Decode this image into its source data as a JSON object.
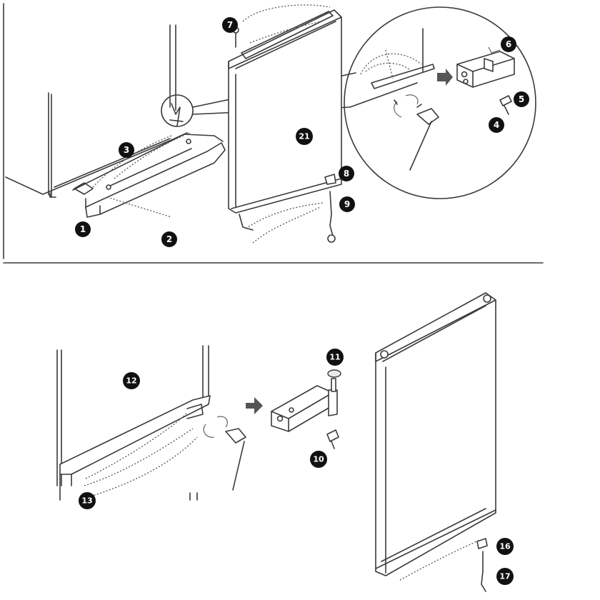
{
  "callouts": {
    "c1": "1",
    "c2": "2",
    "c3": "3",
    "c4": "4",
    "c5": "5",
    "c6": "6",
    "c7": "7",
    "c8": "8",
    "c9": "9",
    "c10": "10",
    "c11": "11",
    "c12": "12",
    "c13": "13",
    "c16": "16",
    "c17": "17",
    "c21": "21"
  },
  "colors": {
    "line": "#3a3a3a",
    "badge": "#111111",
    "arrow": "#555555",
    "background": "#ffffff"
  }
}
